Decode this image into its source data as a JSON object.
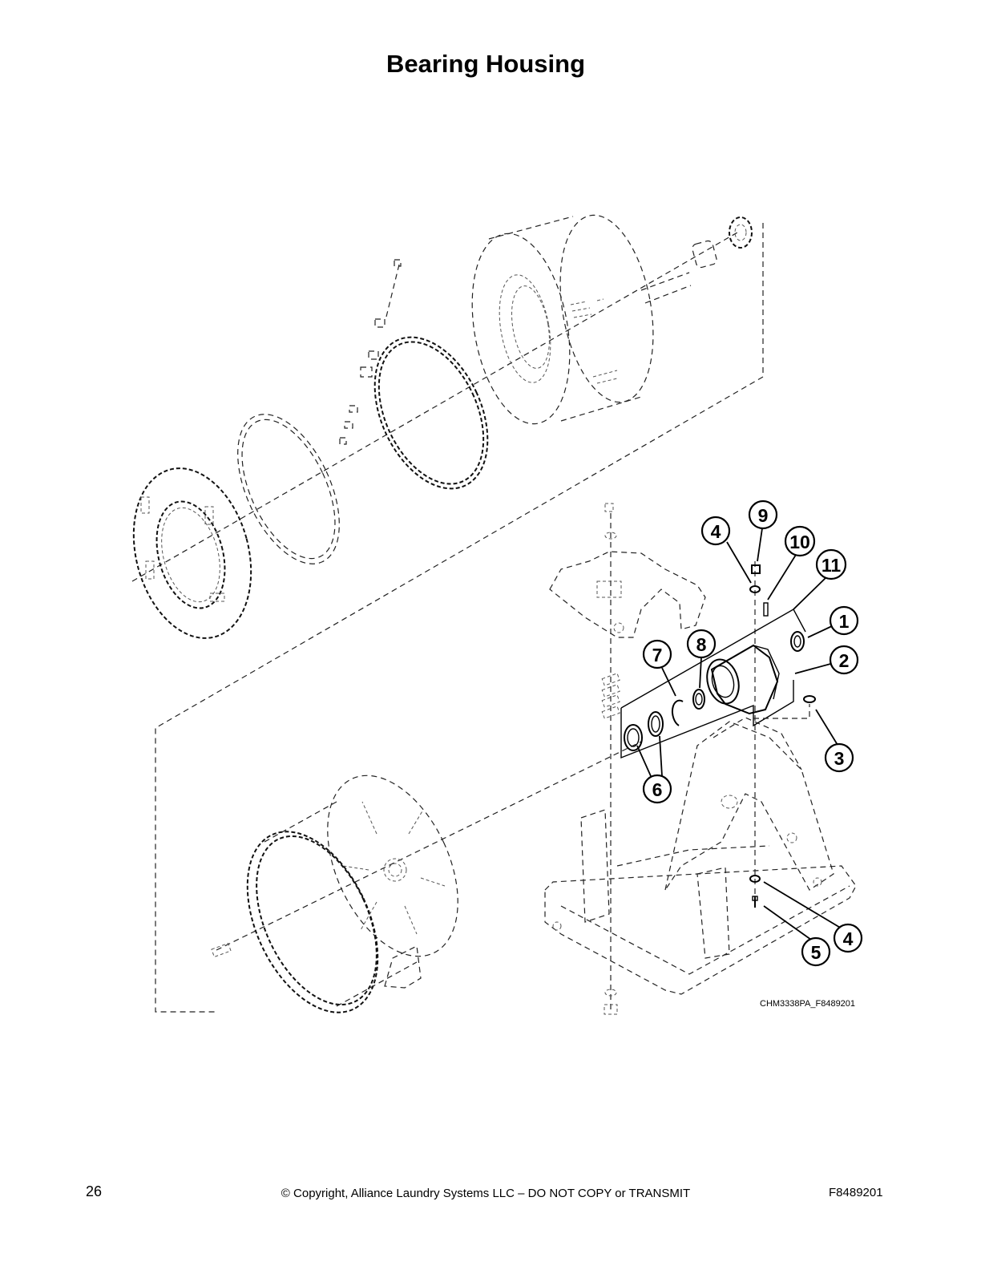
{
  "title": "Bearing Housing",
  "callouts": [
    "4",
    "9",
    "10",
    "11",
    "1",
    "2",
    "8",
    "7",
    "3",
    "6",
    "4",
    "5"
  ],
  "drawing_id": "CHM3338PA_F8489201",
  "footer": {
    "page_number": "26",
    "copyright": "© Copyright, Alliance Laundry Systems LLC – DO NOT COPY or TRANSMIT",
    "doc_number": "F8489201"
  }
}
